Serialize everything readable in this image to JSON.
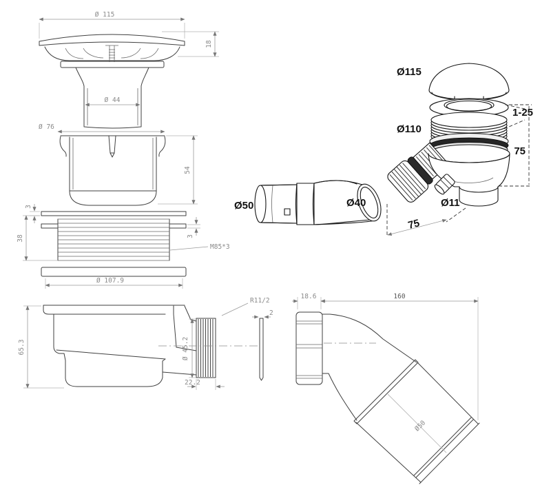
{
  "drawing": {
    "colors": {
      "background": "#ffffff",
      "outline": "#3f3f3f",
      "dimension": "#8a8a8a",
      "label": "#111111",
      "seal_dark": "#262626"
    },
    "views": {
      "exploded_front": {
        "dims": {
          "cap_diameter": "Ø 115",
          "cap_height": "18",
          "stem_diameter": "Ø 44",
          "cup_diameter": "Ø 76",
          "cup_depth": "54",
          "top_washer_thickness": "3",
          "thread_length": "38",
          "lower_washer_thickness": "3",
          "thread_spec": "M85*3",
          "washer_diameter": "Ø 107.9"
        }
      },
      "trap_side": {
        "dims": {
          "overall_height": "65.3",
          "outlet_diameter": "Ø 45.2",
          "outlet_length": "22.2",
          "outlet_thread": "R11/2",
          "gasket_thickness": "2"
        }
      },
      "assembly_3d": {
        "labels": {
          "cap_diameter": "Ø115",
          "adjustment_range": "1-25",
          "body_thread_diameter": "Ø110",
          "body_height": "75",
          "inlet_diameter": "Ø50",
          "pipe_diameter": "Ø40",
          "barb_diameter": "Ø11",
          "outlet_offset": "75"
        }
      },
      "elbow_side": {
        "dims": {
          "nut_length": "18.6",
          "overall_length": "160",
          "pipe_diameter": "Ø50"
        }
      }
    }
  }
}
